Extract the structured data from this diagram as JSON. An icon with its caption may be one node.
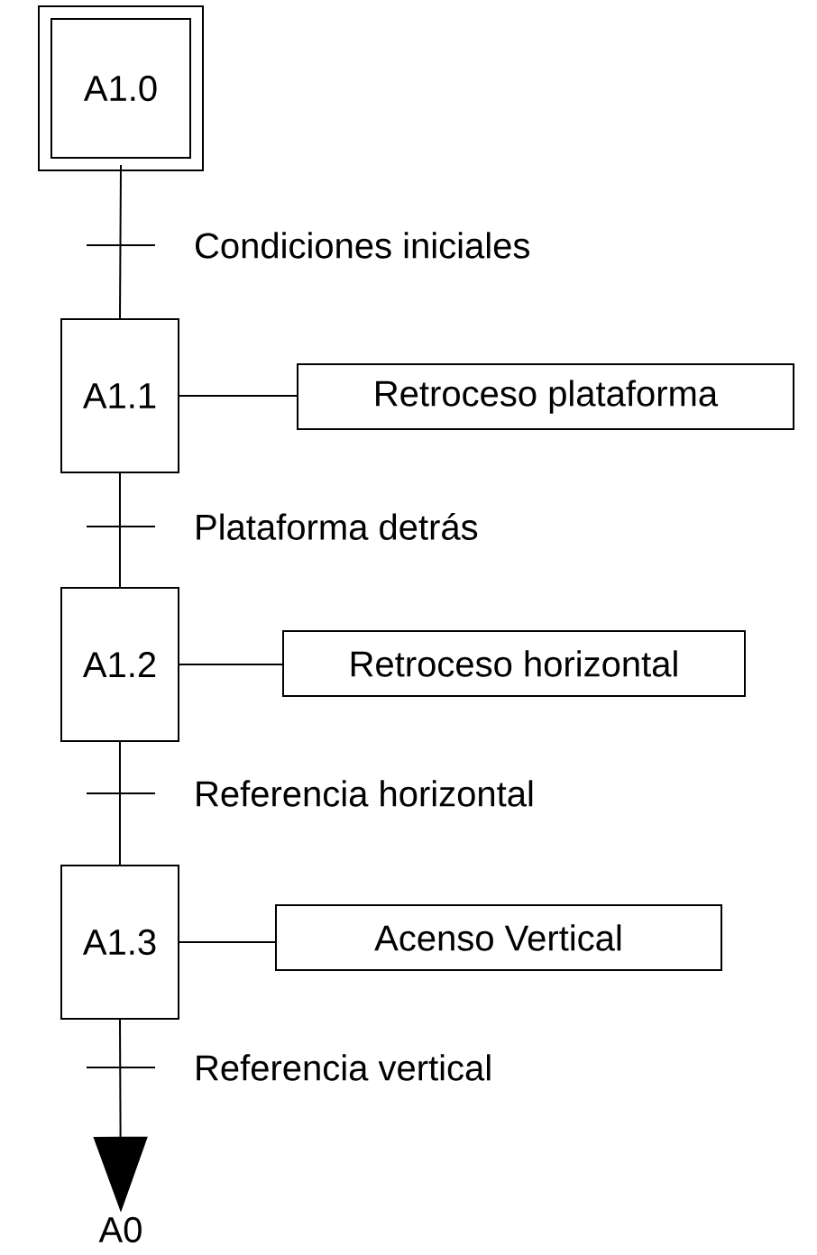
{
  "diagram": {
    "nodes": [
      {
        "text": [
          "A1.0"
        ]
      },
      {
        "text": [
          "A1.1"
        ]
      },
      {
        "text": [
          "Retroceso plataforma"
        ]
      },
      {
        "text": [
          "A1.2"
        ]
      },
      {
        "text": [
          "Retroceso horizontal"
        ]
      },
      {
        "text": [
          "A1.3"
        ]
      },
      {
        "text": [
          "Acenso Vertical"
        ]
      },
      {
        "text": [
          "A0"
        ]
      }
    ],
    "edges": [
      {
        "from": 0,
        "to": 1,
        "arrow": "none",
        "label": "Condiciones iniciales"
      },
      {
        "from": 1,
        "to": 2,
        "arrow": "none"
      },
      {
        "from": 1,
        "to": 3,
        "arrow": "none",
        "label": "Plataforma detrás"
      },
      {
        "from": 3,
        "to": 4,
        "arrow": "none"
      },
      {
        "from": 3,
        "to": 5,
        "arrow": "none",
        "label": "Referencia horizontal"
      },
      {
        "from": 5,
        "to": 6,
        "arrow": "none"
      },
      {
        "from": 5,
        "to": 7,
        "arrow": "to",
        "label": "Referencia vertical"
      }
    ]
  }
}
